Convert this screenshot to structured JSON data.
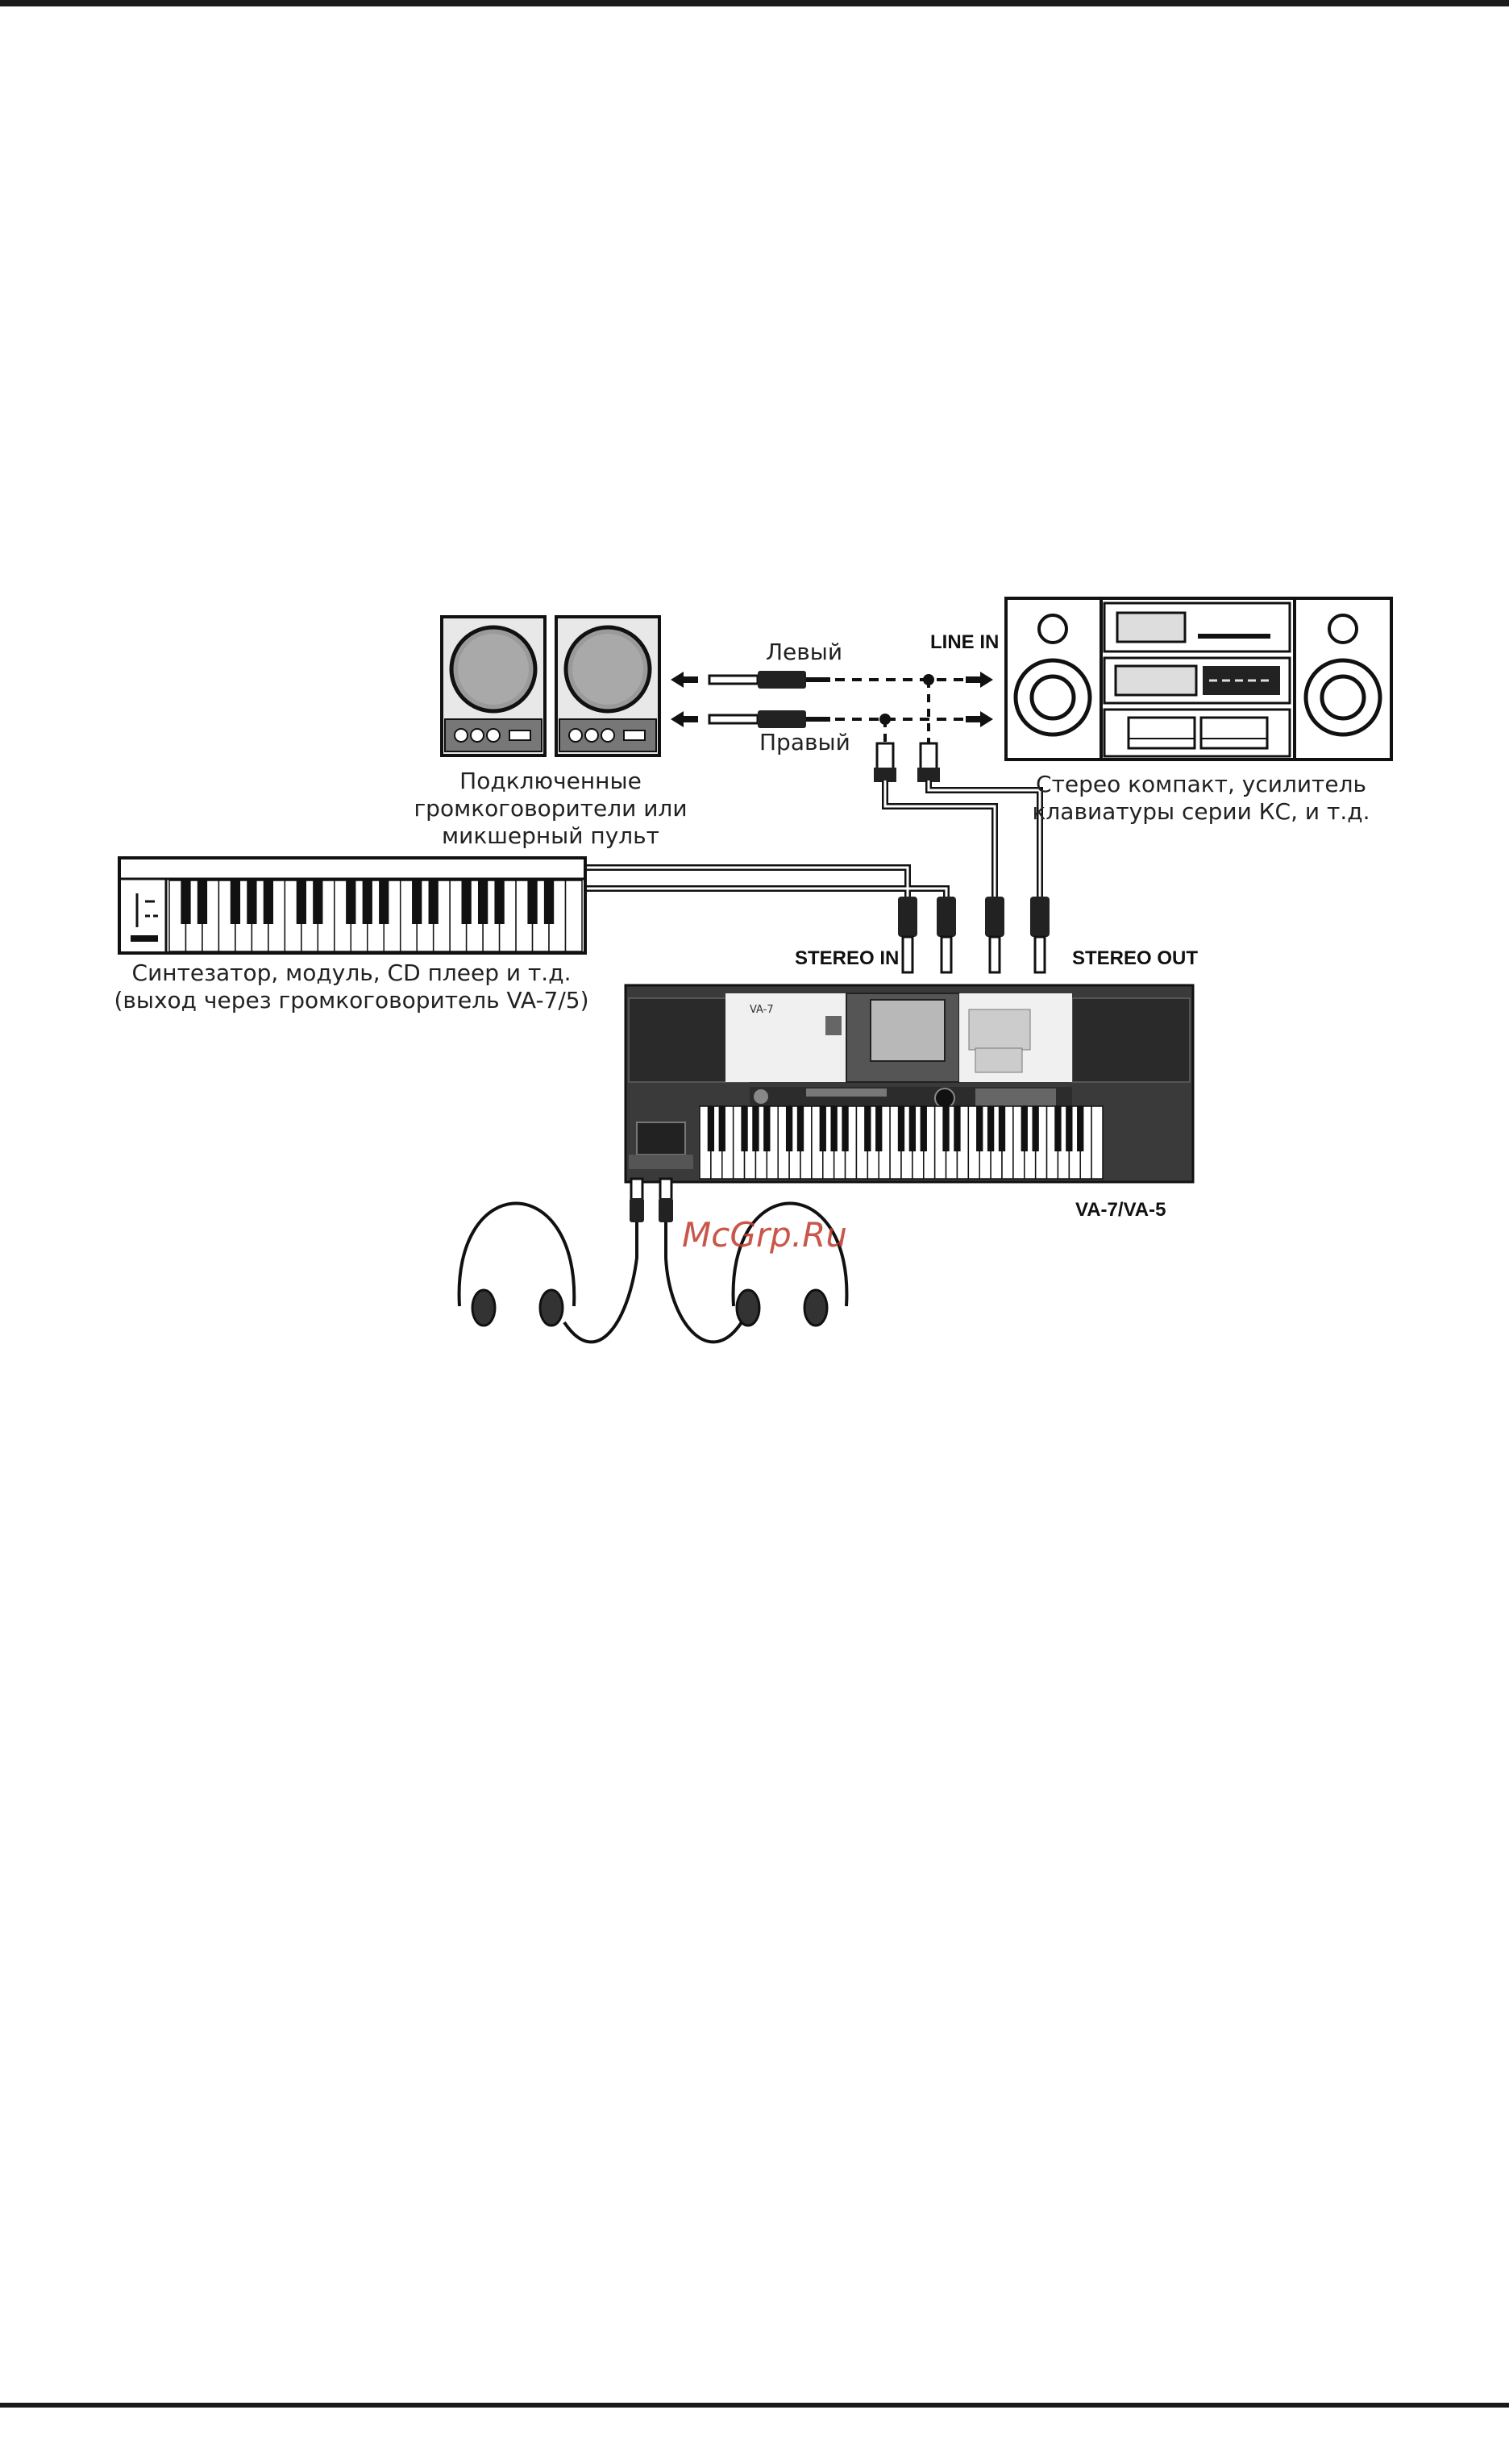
{
  "labels": {
    "left": "Левый",
    "right": "Правый",
    "line_in": "LINE IN",
    "stereo_in": "STEREO IN",
    "stereo_out": "STEREO OUT",
    "model": "VA-7/VA-5",
    "speakers_line1": "Подключенные",
    "speakers_line2": "громкоговорители или",
    "speakers_line3": "микшерный пульт",
    "stereo_line1": "Стерео компакт, усилитель",
    "stereo_line2": "клавиатуры серии КС, и т.д.",
    "synth_line1": "Синтезатор, модуль, CD плеер и т.д.",
    "synth_line2": "(выход через громкоговоритель VA-7/5)",
    "watermark": "McGrp.Ru",
    "keyboard_brand": "VA-7"
  },
  "colors": {
    "line": "#111111",
    "panel": "#3a3a3a",
    "watermark": "#c0392b"
  }
}
